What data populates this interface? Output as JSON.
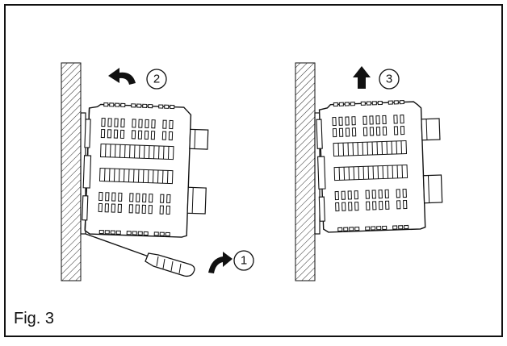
{
  "figure": {
    "caption": "Fig. 3",
    "steps": [
      {
        "number": "1",
        "arrow": "curved-arrow-icon"
      },
      {
        "number": "2",
        "arrow": "curved-left-arrow-icon"
      },
      {
        "number": "3",
        "arrow": "up-arrow-icon"
      }
    ],
    "colors": {
      "line": "#111111",
      "background": "#ffffff"
    }
  }
}
